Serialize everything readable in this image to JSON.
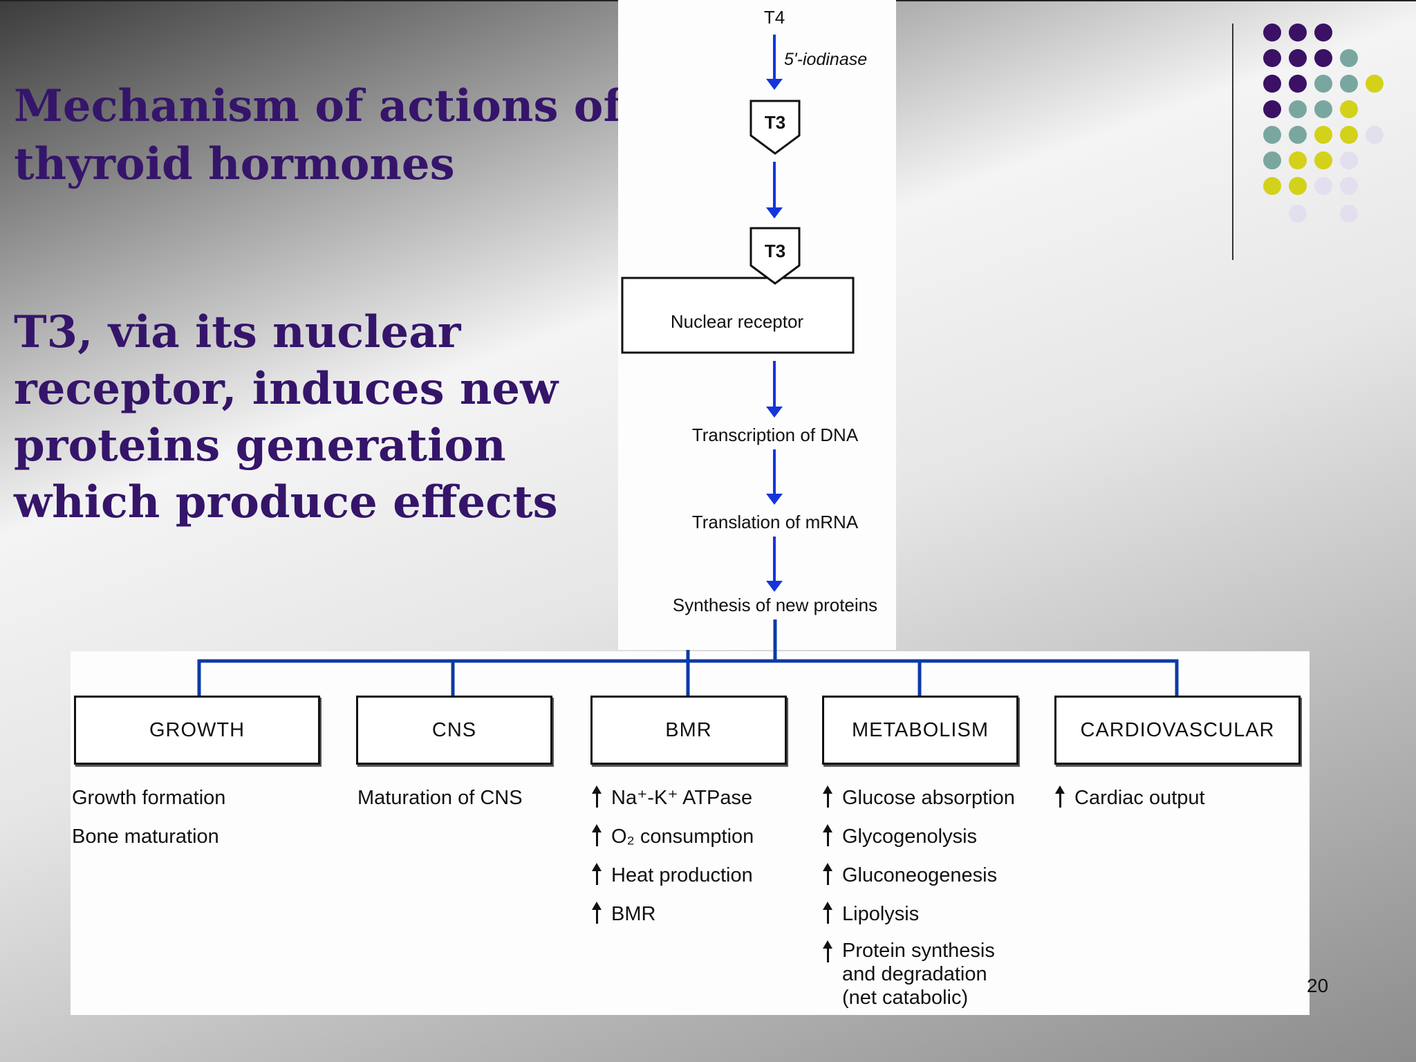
{
  "slide": {
    "title": "Mechanism of actions of thyroid hormones",
    "subtitle": "T3, via its nuclear receptor, induces new proteins generation which produce effects",
    "page_number": "20"
  },
  "flow": {
    "t4": "T4",
    "enzyme": "5'-iodinase",
    "t3_first": "T3",
    "t3_second": "T3",
    "receptor": "Nuclear receptor",
    "step_transcription": "Transcription of DNA",
    "step_translation": "Translation of mRNA",
    "step_synthesis": "Synthesis of new proteins"
  },
  "categories": [
    {
      "label": "GROWTH",
      "effects": [
        "Growth formation",
        "Bone maturation"
      ]
    },
    {
      "label": "CNS",
      "effects": [
        "Maturation of CNS"
      ]
    },
    {
      "label": "BMR",
      "effects": [
        "Na⁺-K⁺ ATPase",
        "O₂ consumption",
        "Heat production",
        "BMR"
      ]
    },
    {
      "label": "METABOLISM",
      "effects": [
        "Glucose absorption",
        "Glycogenolysis",
        "Gluconeogenesis",
        "Lipolysis",
        "Protein synthesis and degradation (net catabolic)"
      ]
    },
    {
      "label": "CARDIOVASCULAR",
      "effects": [
        "Cardiac output"
      ]
    }
  ],
  "colors": {
    "title": "#35156a",
    "arrow": "#1436d8",
    "connector": "#0d3aa8",
    "dot_purple": "#3a1165",
    "dot_teal": "#79a7a0",
    "dot_yellow": "#d4d11b",
    "dot_lavender": "#e3dfee"
  }
}
